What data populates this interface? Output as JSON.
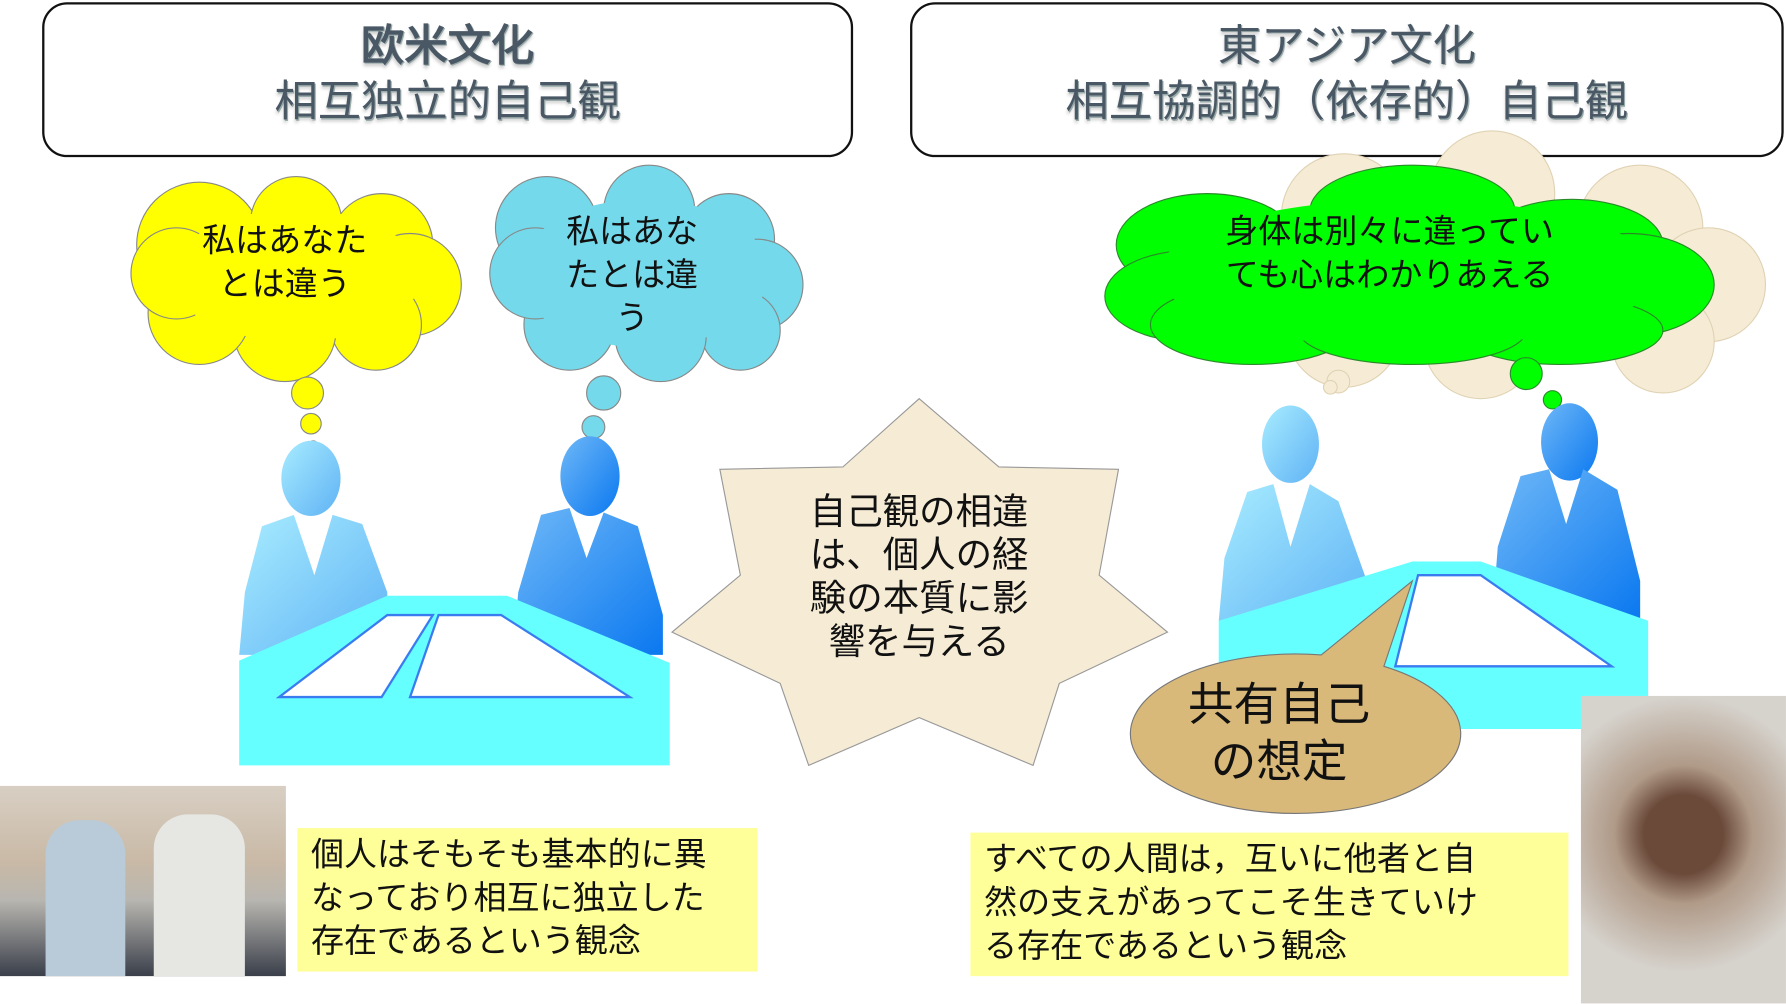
{
  "western": {
    "title": "欧米文化",
    "subtitle": "相互独立的自己観",
    "thought_a": [
      "私はあなた",
      "とは違う"
    ],
    "thought_b": [
      "私はあな",
      "たとは違",
      "う"
    ],
    "note": [
      "個人はそもそも基本的に異",
      "なっており相互に独立した",
      "存在であるという観念"
    ]
  },
  "eastern": {
    "title": "東アジア文化",
    "subtitle": "相互協調的（依存的）自己観",
    "thought": [
      "身体は別々に違ってい",
      "ても心はわかりあえる"
    ],
    "speech": [
      "共有自己",
      "の想定"
    ],
    "note": [
      "すべての人間は，互いに他者と自",
      "然の支えがあってこそ生きていけ",
      "る存在であるという観念"
    ]
  },
  "center": {
    "star_text": [
      "自己観の相違",
      "は、個人の経",
      "験の本質に影",
      "響を与える"
    ]
  },
  "colors": {
    "yellow": "#ffff00",
    "sky": "#74d9ea",
    "green": "#00ff00",
    "cyan": "#66ffff",
    "note": "#ffff99",
    "beige": "#f6ecd6"
  }
}
